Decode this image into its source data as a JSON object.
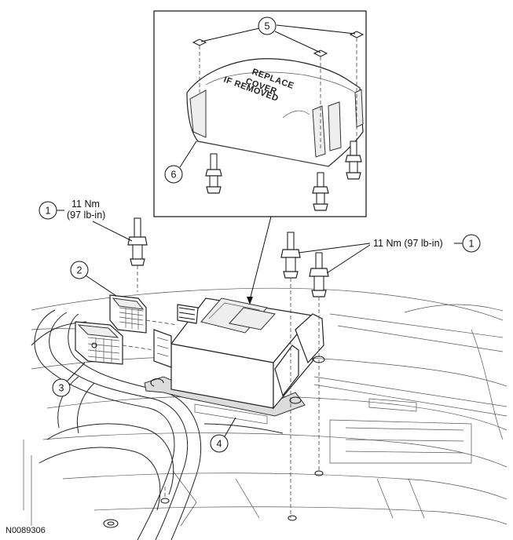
{
  "figure_id": "N0089306",
  "callouts": [
    {
      "number": "1",
      "torque": "11 Nm",
      "torque_alt": "(97 lb-in)"
    },
    {
      "number": "1",
      "torque": "11 Nm (97 lb-in)"
    },
    {
      "number": "2"
    },
    {
      "number": "3"
    },
    {
      "number": "4"
    },
    {
      "number": "5"
    },
    {
      "number": "6"
    }
  ],
  "cover_text": [
    "REPLACE",
    "COVER",
    "IF REMOVED"
  ]
}
